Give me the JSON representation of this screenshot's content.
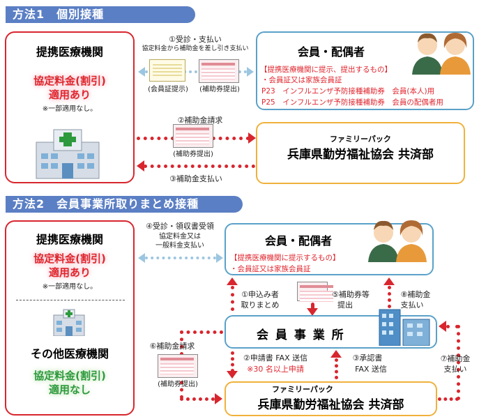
{
  "colors": {
    "red": "#d8262e",
    "blue_header": "#5b7fc4",
    "orange": "#f0b13b",
    "green": "#2e9a3e",
    "box_blue": "#5aa1c8"
  },
  "method1": {
    "title": "方法1　個別接種",
    "hospital": {
      "title": "提携医療機関",
      "rate_line1": "協定料金(割引)",
      "rate_line2": "適用あり",
      "note": "※一部適用なし。",
      "icon": "hospital-icon"
    },
    "member": {
      "title": "会員・配偶者",
      "heading": "【提携医療機関に提示、提出するもの】",
      "items": [
        "・会員証又は家族会員証",
        "P23　インフルエンザ予防接種補助券　会員(本人)用",
        "P25　インフルエンザ予防接種補助券　会員の配偶者用"
      ]
    },
    "flow1": {
      "label": "①受診・支払い",
      "sub": "協定料金から補助金を差し引き支払い",
      "card_caption": "(会員証提示)",
      "ticket_caption": "(補助券提出)"
    },
    "flow2": {
      "label": "②補助金請求",
      "ticket_caption": "(補助券提出)"
    },
    "flow3": {
      "label": "③補助金支払い"
    },
    "kyosai": {
      "ruby": "ファミリーパック",
      "name": "兵庫県勤労福祉協会 共済部"
    }
  },
  "method2": {
    "title": "方法2　会員事業所取りまとめ接種",
    "hospital": {
      "title": "提携医療機関",
      "rate_line1": "協定料金(割引)",
      "rate_line2": "適用あり",
      "note": "※一部適用なし。"
    },
    "other": {
      "title": "その他医療機関",
      "rate_line1": "協定料金(割引)",
      "rate_line2": "適用なし",
      "icon": "clinic-icon"
    },
    "member": {
      "title": "会員・配偶者",
      "heading": "【提携医療機関に提示するもの】",
      "item": "・会員証又は家族会員証"
    },
    "flow4": {
      "label": "④受診・領収書受領",
      "sub1": "協定料金又は",
      "sub2": "一般料金支払い"
    },
    "flow1": {
      "label": "①申込み者",
      "label2": "取りまとめ"
    },
    "flow5": {
      "label": "⑤補助券等",
      "label2": "提出"
    },
    "flow8": {
      "label": "⑧補助金",
      "label2": "支払い"
    },
    "office": {
      "name": "会 員 事 業 所",
      "icon": "office-building-icon"
    },
    "flow6": {
      "label": "⑥補助金請求",
      "ticket_caption": "(補助券提出)"
    },
    "flow2": {
      "label": "②申請書 FAX 送信",
      "note": "※30 名以上申請"
    },
    "flow3": {
      "label": "③承認書",
      "label2": "FAX 送信"
    },
    "flow7": {
      "label": "⑦補助金",
      "label2": "支払い"
    },
    "kyosai": {
      "ruby": "ファミリーパック",
      "name": "兵庫県勤労福祉協会 共済部"
    }
  }
}
